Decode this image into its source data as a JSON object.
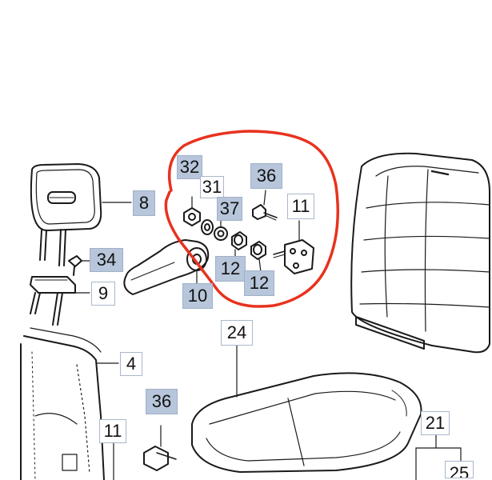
{
  "diagram": {
    "callouts": [
      {
        "id": "c32",
        "label": "32",
        "shaded": true
      },
      {
        "id": "c31",
        "label": "31",
        "shaded": false
      },
      {
        "id": "c37",
        "label": "37",
        "shaded": true
      },
      {
        "id": "c36a",
        "label": "36",
        "shaded": true
      },
      {
        "id": "c11a",
        "label": "11",
        "shaded": false
      },
      {
        "id": "c8",
        "label": "8",
        "shaded": true
      },
      {
        "id": "c34",
        "label": "34",
        "shaded": true
      },
      {
        "id": "c9",
        "label": "9",
        "shaded": false
      },
      {
        "id": "c12a",
        "label": "12",
        "shaded": true
      },
      {
        "id": "c12b",
        "label": "12",
        "shaded": true
      },
      {
        "id": "c10",
        "label": "10",
        "shaded": true
      },
      {
        "id": "c24",
        "label": "24",
        "shaded": false
      },
      {
        "id": "c4",
        "label": "4",
        "shaded": false
      },
      {
        "id": "c36b",
        "label": "36",
        "shaded": true
      },
      {
        "id": "c11b",
        "label": "11",
        "shaded": false
      },
      {
        "id": "c21",
        "label": "21",
        "shaded": false
      },
      {
        "id": "c25",
        "label": "25",
        "shaded": false
      }
    ],
    "colors": {
      "line": "#1a1a1a",
      "highlight_circle": "#e8321e",
      "callout_shaded": "#b7c6da",
      "callout_plain": "#ffffff"
    }
  }
}
